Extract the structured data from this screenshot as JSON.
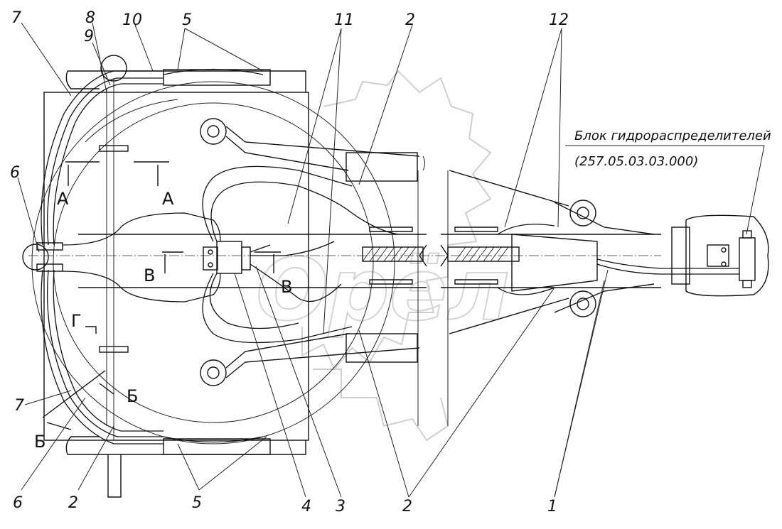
{
  "watermark": "Орёл",
  "caption": {
    "line1": "Блок гидрораспределителей",
    "line2": "(257.05.03.03.000)"
  },
  "callouts": {
    "c7_top": "7",
    "c8": "8",
    "c9": "9",
    "c10": "10",
    "c5_top": "5",
    "c11": "11",
    "c2_top": "2",
    "c12": "12",
    "c6_left": "6",
    "c7_bottom": "7",
    "c6_bottom": "6",
    "c2_bottom": "2",
    "c5_bottom": "5",
    "c4": "4",
    "c3": "3",
    "c2_bottom_mid": "2",
    "c1": "1"
  },
  "section_marks": {
    "a1": "А",
    "a2": "А",
    "b1": "Б",
    "b2": "Б",
    "v1": "В",
    "v2": "В",
    "g": "Г"
  }
}
